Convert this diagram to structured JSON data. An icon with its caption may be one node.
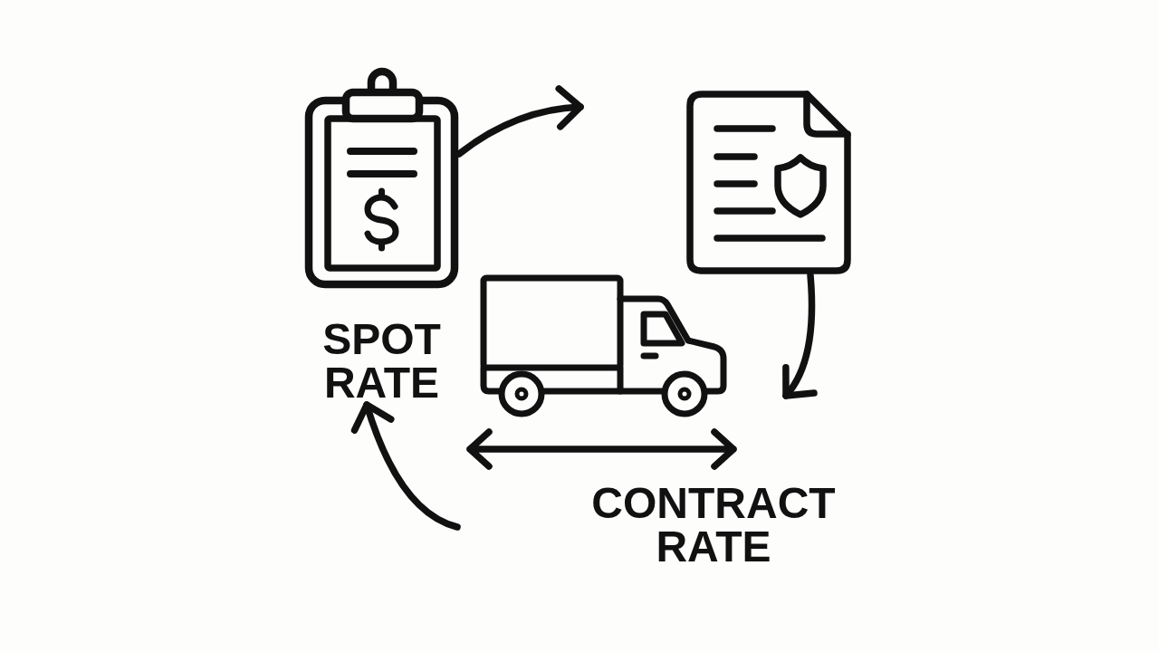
{
  "diagram": {
    "nodes": [
      {
        "text": [
          "SPOT RATE"
        ]
      },
      {
        "text": [],
        "shape": "picture"
      },
      {
        "text": [],
        "shape": "picture"
      }
    ],
    "edges": [
      {
        "from": 0,
        "to": null,
        "arrow": "to"
      },
      {
        "from": 1,
        "to": null,
        "arrow": "to"
      },
      {
        "from": null,
        "to": 0,
        "arrow": "to"
      }
    ],
    "labels": [
      "CONTRACT RATE"
    ]
  }
}
